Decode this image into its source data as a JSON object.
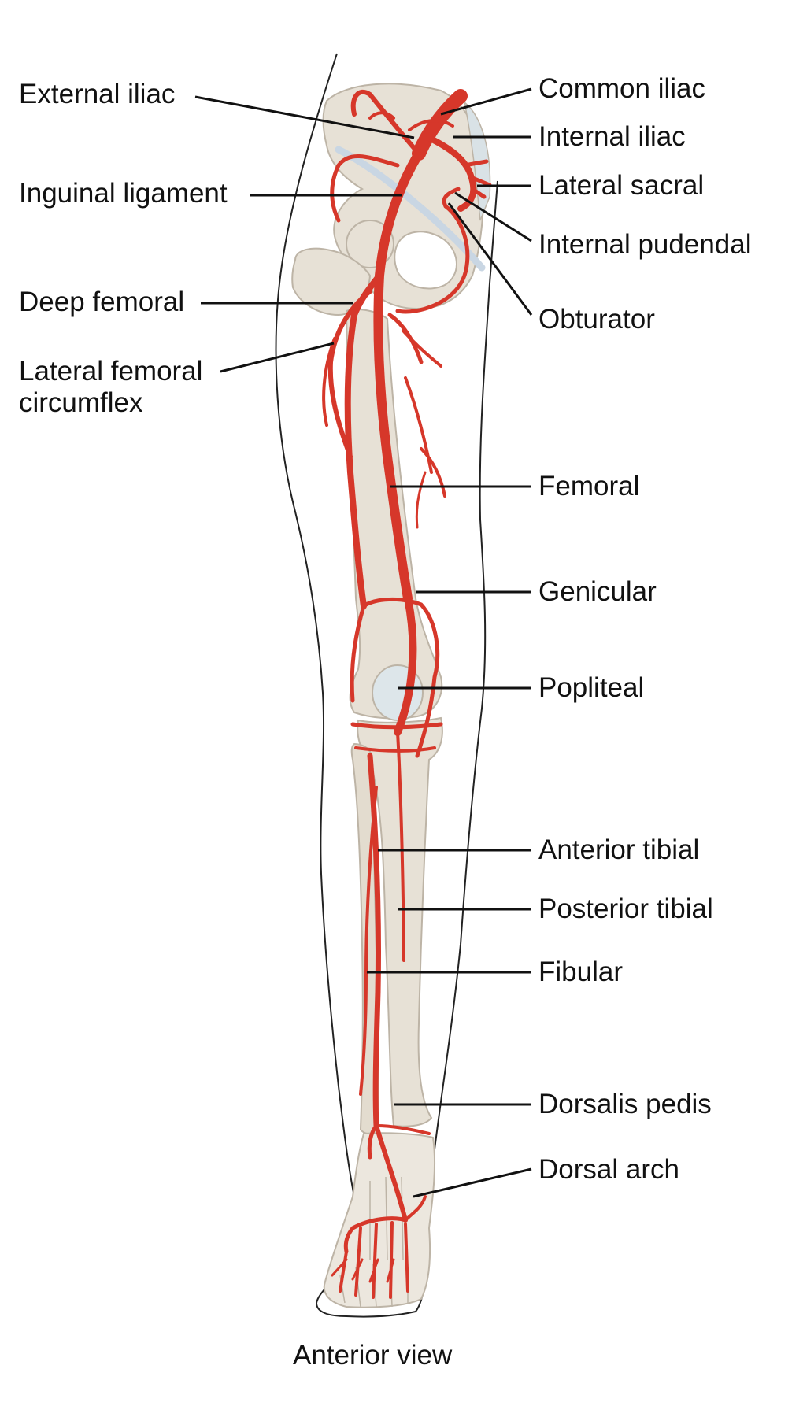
{
  "caption": "Anterior view",
  "colors": {
    "artery": "#d6372a",
    "bone": "#e7e1d6",
    "bone_outline": "#bdb4a6",
    "skin_outline": "#222222",
    "leader": "#111111",
    "ligament": "#c9d6e3"
  },
  "labels": {
    "external_iliac": "External iliac",
    "inguinal_ligament": "Inguinal ligament",
    "deep_femoral": "Deep femoral",
    "lateral_femoral_circumflex_1": "Lateral femoral",
    "lateral_femoral_circumflex_2": "circumflex",
    "common_iliac": "Common iliac",
    "internal_iliac": "Internal iliac",
    "lateral_sacral": "Lateral sacral",
    "internal_pudendal": "Internal pudendal",
    "obturator": "Obturator",
    "femoral": "Femoral",
    "genicular": "Genicular",
    "popliteal": "Popliteal",
    "anterior_tibial": "Anterior tibial",
    "posterior_tibial": "Posterior tibial",
    "fibular": "Fibular",
    "dorsalis_pedis": "Dorsalis pedis",
    "dorsal_arch": "Dorsal arch"
  }
}
